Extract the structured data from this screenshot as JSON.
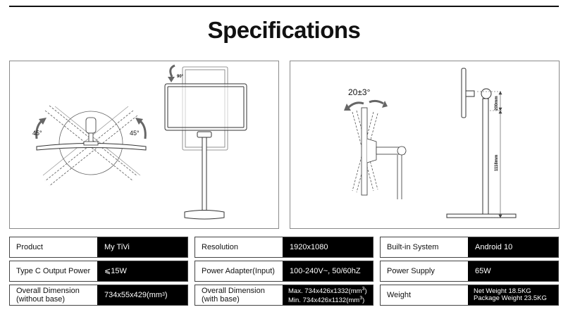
{
  "page": {
    "title": "Specifications"
  },
  "diagram_left": {
    "rotate_label": "90°",
    "tilt_left": "45°",
    "tilt_right": "45°"
  },
  "diagram_right": {
    "tilt_label": "20±3°",
    "height_top": "200mm",
    "height_total": "1118mm"
  },
  "specs": {
    "product": {
      "label": "Product",
      "value": "My TiVi"
    },
    "output_power": {
      "label": "Type C Output Power",
      "value": "⩽15W"
    },
    "dim_no_base": {
      "label_1": "Overall Dimension",
      "label_2": "(without base)",
      "value": "734x55x429(mm",
      "unit_sup": "3",
      "value_end": ")"
    },
    "resolution": {
      "label": "Resolution",
      "value": "1920x1080"
    },
    "power_adapter": {
      "label": "Power Adapter(Input)",
      "value": "100-240V~, 50/60hZ"
    },
    "dim_with_base": {
      "label_1": "Overall Dimension",
      "label_2": "(with base)",
      "max": "Max. 734x426x1332(mm",
      "min": "Min. 734x426x1132(mm",
      "unit_sup": "3",
      "value_end": ")"
    },
    "system": {
      "label": "Built-in System",
      "value": "Android 10"
    },
    "power_supply": {
      "label": "Power Supply",
      "value": "65W"
    },
    "weight": {
      "label": "Weight",
      "net": "Net Weight  18.5KG",
      "package": "Package Weight  23.5KG"
    }
  }
}
